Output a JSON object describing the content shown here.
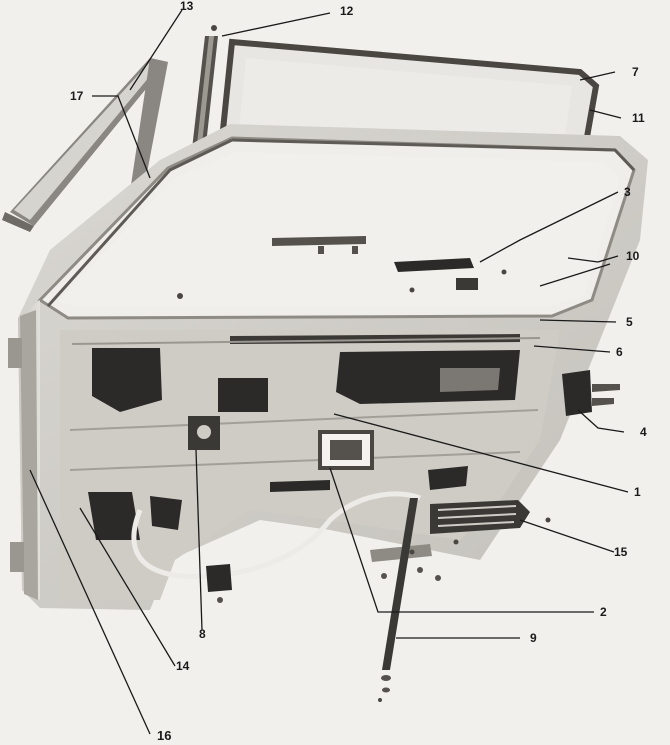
{
  "callouts": [
    "13",
    "12",
    "7",
    "11",
    "17",
    "3",
    "10",
    "5",
    "6",
    "4",
    "1",
    "15",
    "8",
    "2",
    "14",
    "9",
    "16"
  ],
  "colors": {
    "paper": "#f2f0ec",
    "metal_light": "#d8d6d1",
    "metal_mid": "#b9b6b0",
    "metal_dark": "#6e6b66",
    "cutout": "#2b2a28",
    "ink": "#1a1a1a"
  }
}
